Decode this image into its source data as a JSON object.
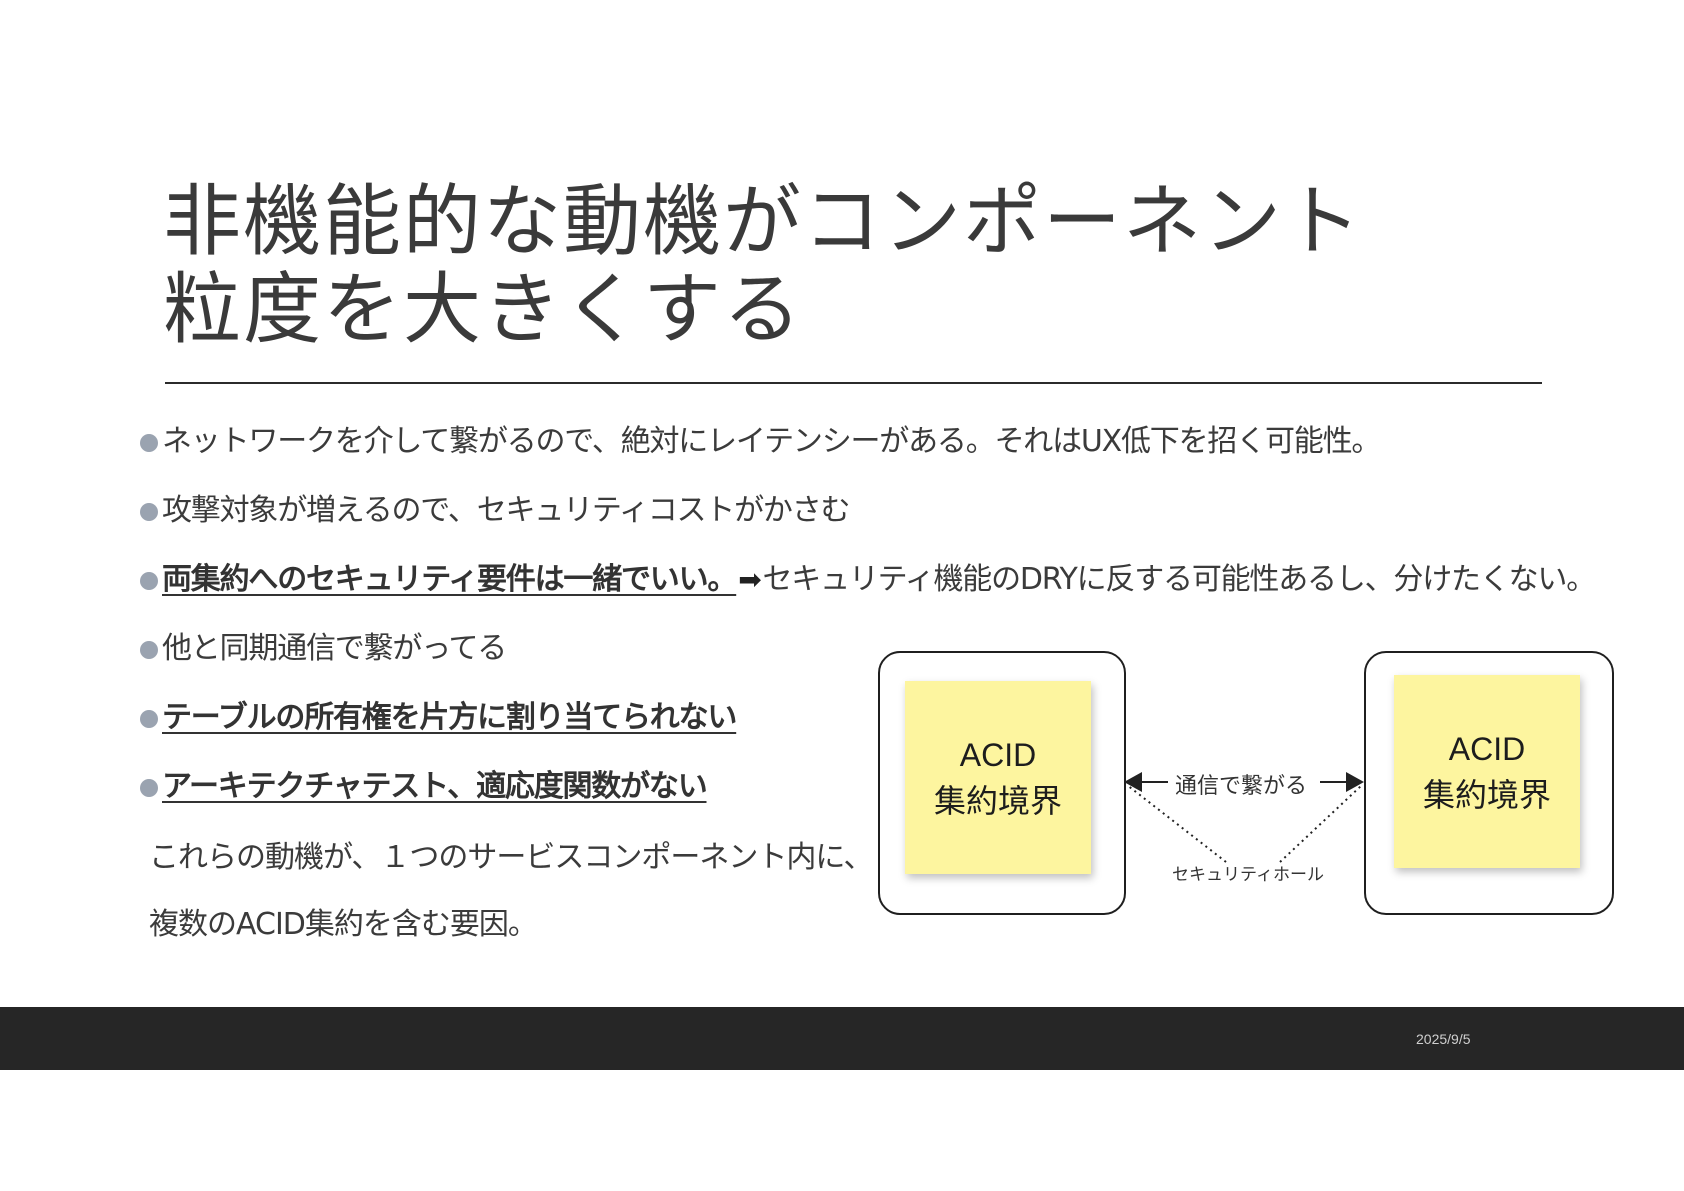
{
  "slide": {
    "title_line1": "非機能的な動機がコンポーネント",
    "title_line2": "粒度を大きくする",
    "bullets": [
      {
        "text": "ネットワークを介して繋がるので、絶対にレイテンシーがある。それはUX低下を招く可能性。"
      },
      {
        "text": "攻撃対象が増えるので、セキュリティコストがかさむ"
      },
      {
        "emphasis": "両集約へのセキュリティ要件は一緒でいい。",
        "arrow": "➡",
        "text": "セキュリティ機能のDRYに反する可能性あるし、分けたくない。"
      },
      {
        "text": "他と同期通信で繋がってる"
      },
      {
        "emphasis": "テーブルの所有権を片方に割り当てられない"
      },
      {
        "emphasis": "アーキテクチャテスト、適応度関数がない"
      }
    ],
    "conclusion_line1": "これらの動機が、１つのサービスコンポーネント内に、",
    "conclusion_line2": "複数のACID集約を含む要因。"
  },
  "diagram": {
    "left_note": {
      "line1": "ACID",
      "line2": "集約境界"
    },
    "right_note": {
      "line1": "ACID",
      "line2": "集約境界"
    },
    "connection_label": "通信で繋がる",
    "security_hole_label": "セキュリティホール",
    "note_color": "#fdf59f"
  },
  "footer": {
    "date": "2025/9/5",
    "bar_color": "#262626"
  }
}
